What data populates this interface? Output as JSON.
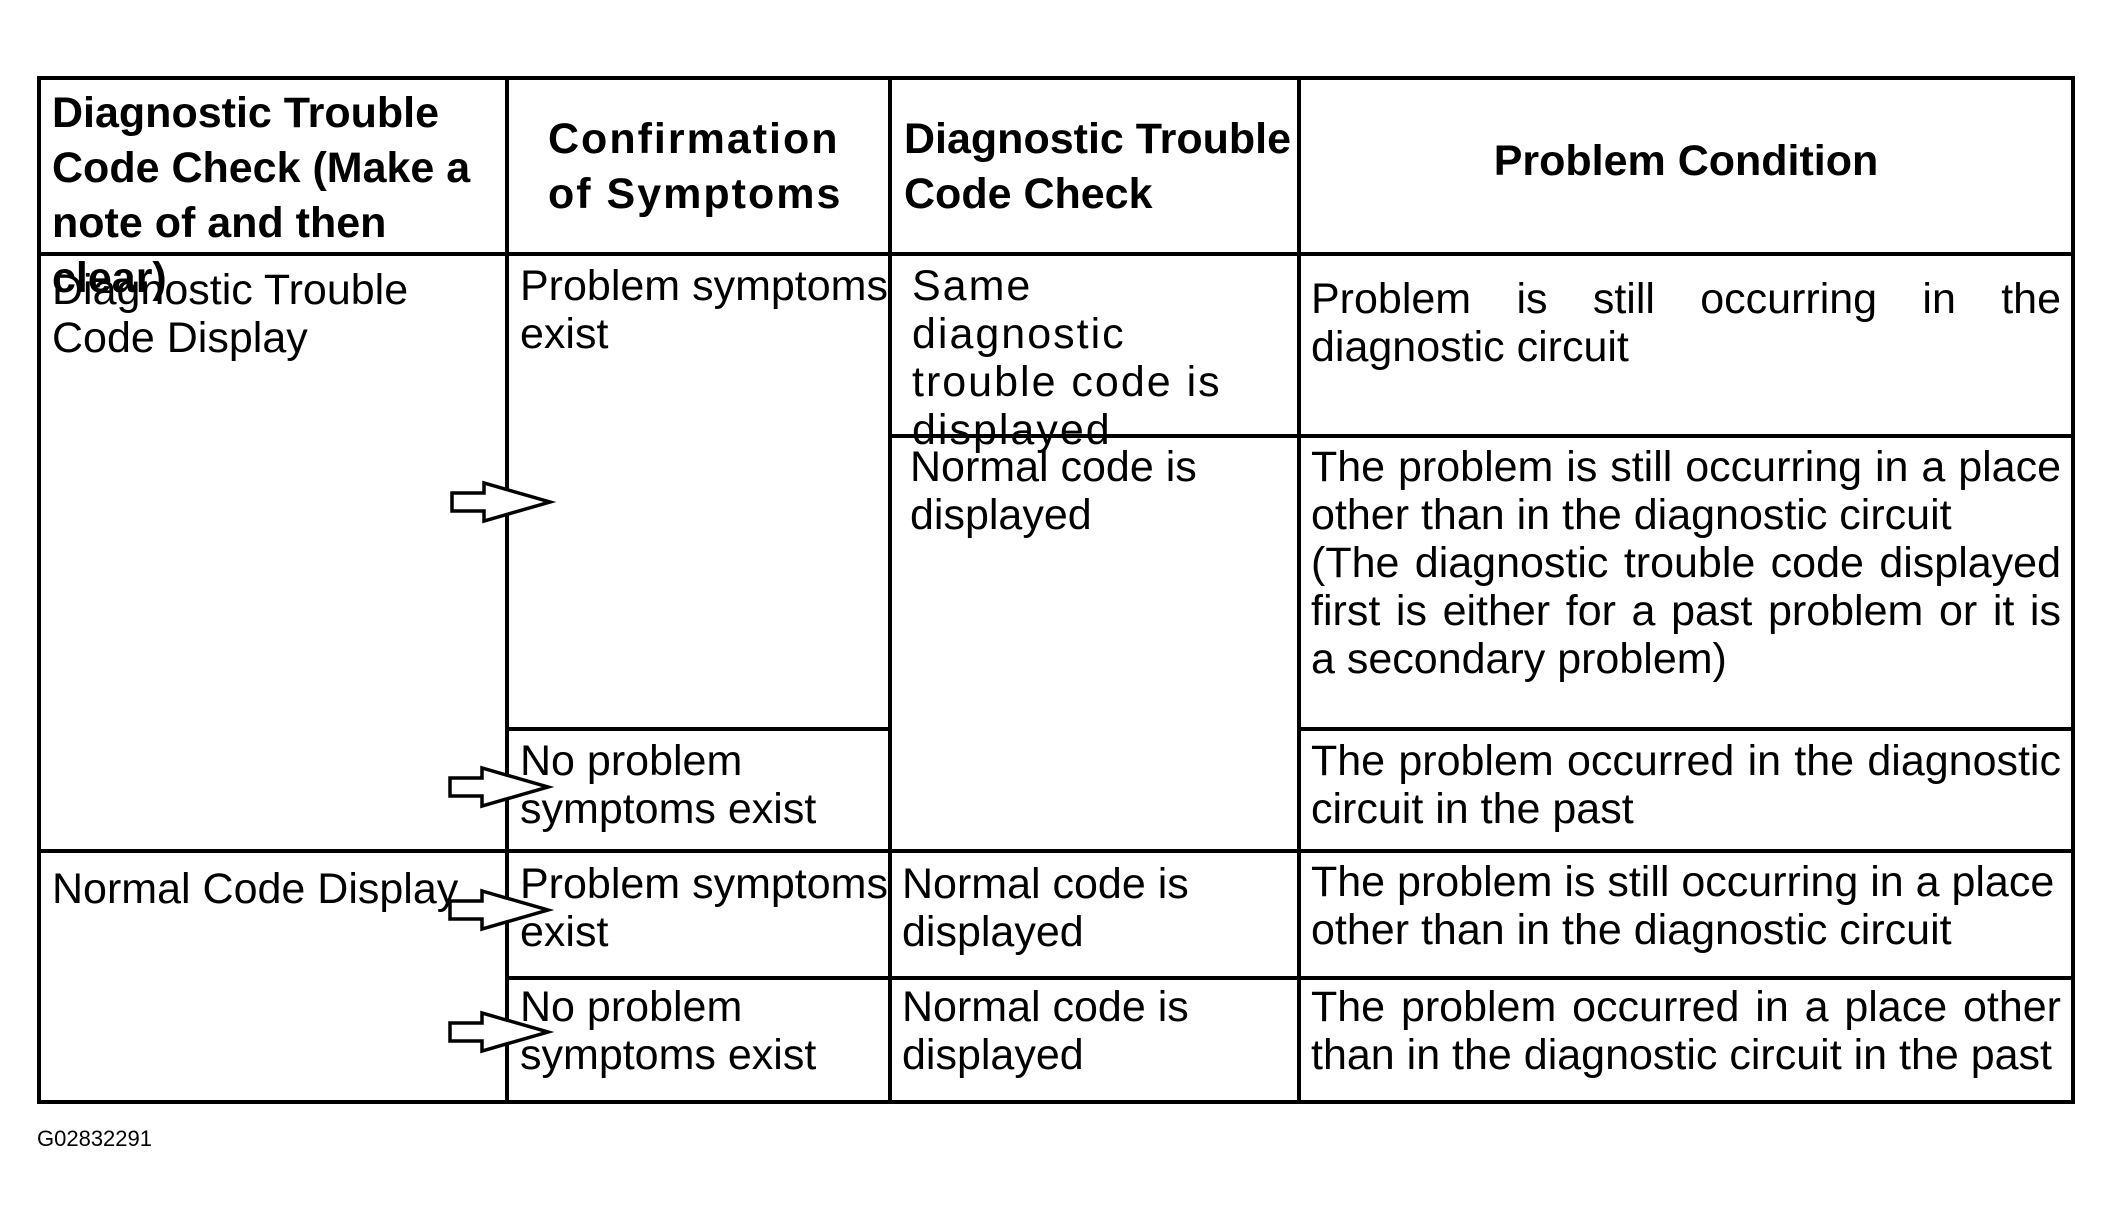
{
  "table": {
    "headers": {
      "col1": "Diagnostic Trouble\nCode Check (Make a\nnote of and then clear)",
      "col2": "Confirmation\nof Symptoms",
      "col3": "Diagnostic Trouble\nCode Check",
      "col4": "Problem Condition"
    },
    "groups": {
      "dtc_display": "Diagnostic Trouble\nCode Display",
      "normal_display": "Normal Code Display"
    },
    "symptoms": {
      "exist_1": "Problem symptoms\nexist",
      "none_1": "No problem\nsymptoms exist",
      "exist_2": "Problem symptoms\nexist",
      "none_2": "No problem\nsymptoms exist"
    },
    "checks": {
      "same_code": "Same diagnostic\ntrouble code is\ndisplayed",
      "normal_1": "Normal code is\ndisplayed",
      "normal_2": "Normal code is\ndisplayed",
      "normal_3": "Normal code is\ndisplayed"
    },
    "conditions": {
      "c1": "Problem is still occurring in the diagnostic circuit",
      "c2": "The problem is still occurring in a place other than in the diagnostic circuit\n(The diagnostic trouble code displayed first is either for a past problem or it is a secondary problem)",
      "c3": "The problem occurred in the diagnostic circuit in the past",
      "c4": "The problem is still occurring in a place\nother than in the diagnostic circuit",
      "c5": "The problem occurred in a place other than in the diagnostic circuit in the past"
    }
  },
  "figure_code": "G02832291"
}
